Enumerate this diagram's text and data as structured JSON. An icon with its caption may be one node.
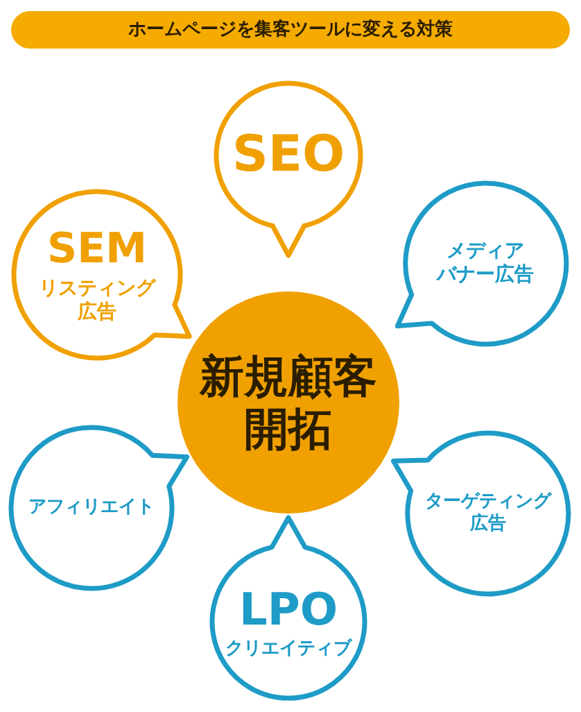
{
  "diagram": {
    "title": "ホームページを集客ツールに変える対策",
    "nodes": [
      {
        "text": [
          "新規顧客開拓"
        ]
      },
      {
        "text": [
          "SEO"
        ]
      },
      {
        "text": [
          "SEM",
          "リスティング広告"
        ]
      },
      {
        "text": [
          "メディアバナー広告"
        ]
      },
      {
        "text": [
          "アフィリエイト"
        ]
      },
      {
        "text": [
          "ターゲティング広告"
        ]
      },
      {
        "text": [
          "LPO",
          "クリエイティブ"
        ]
      }
    ]
  }
}
